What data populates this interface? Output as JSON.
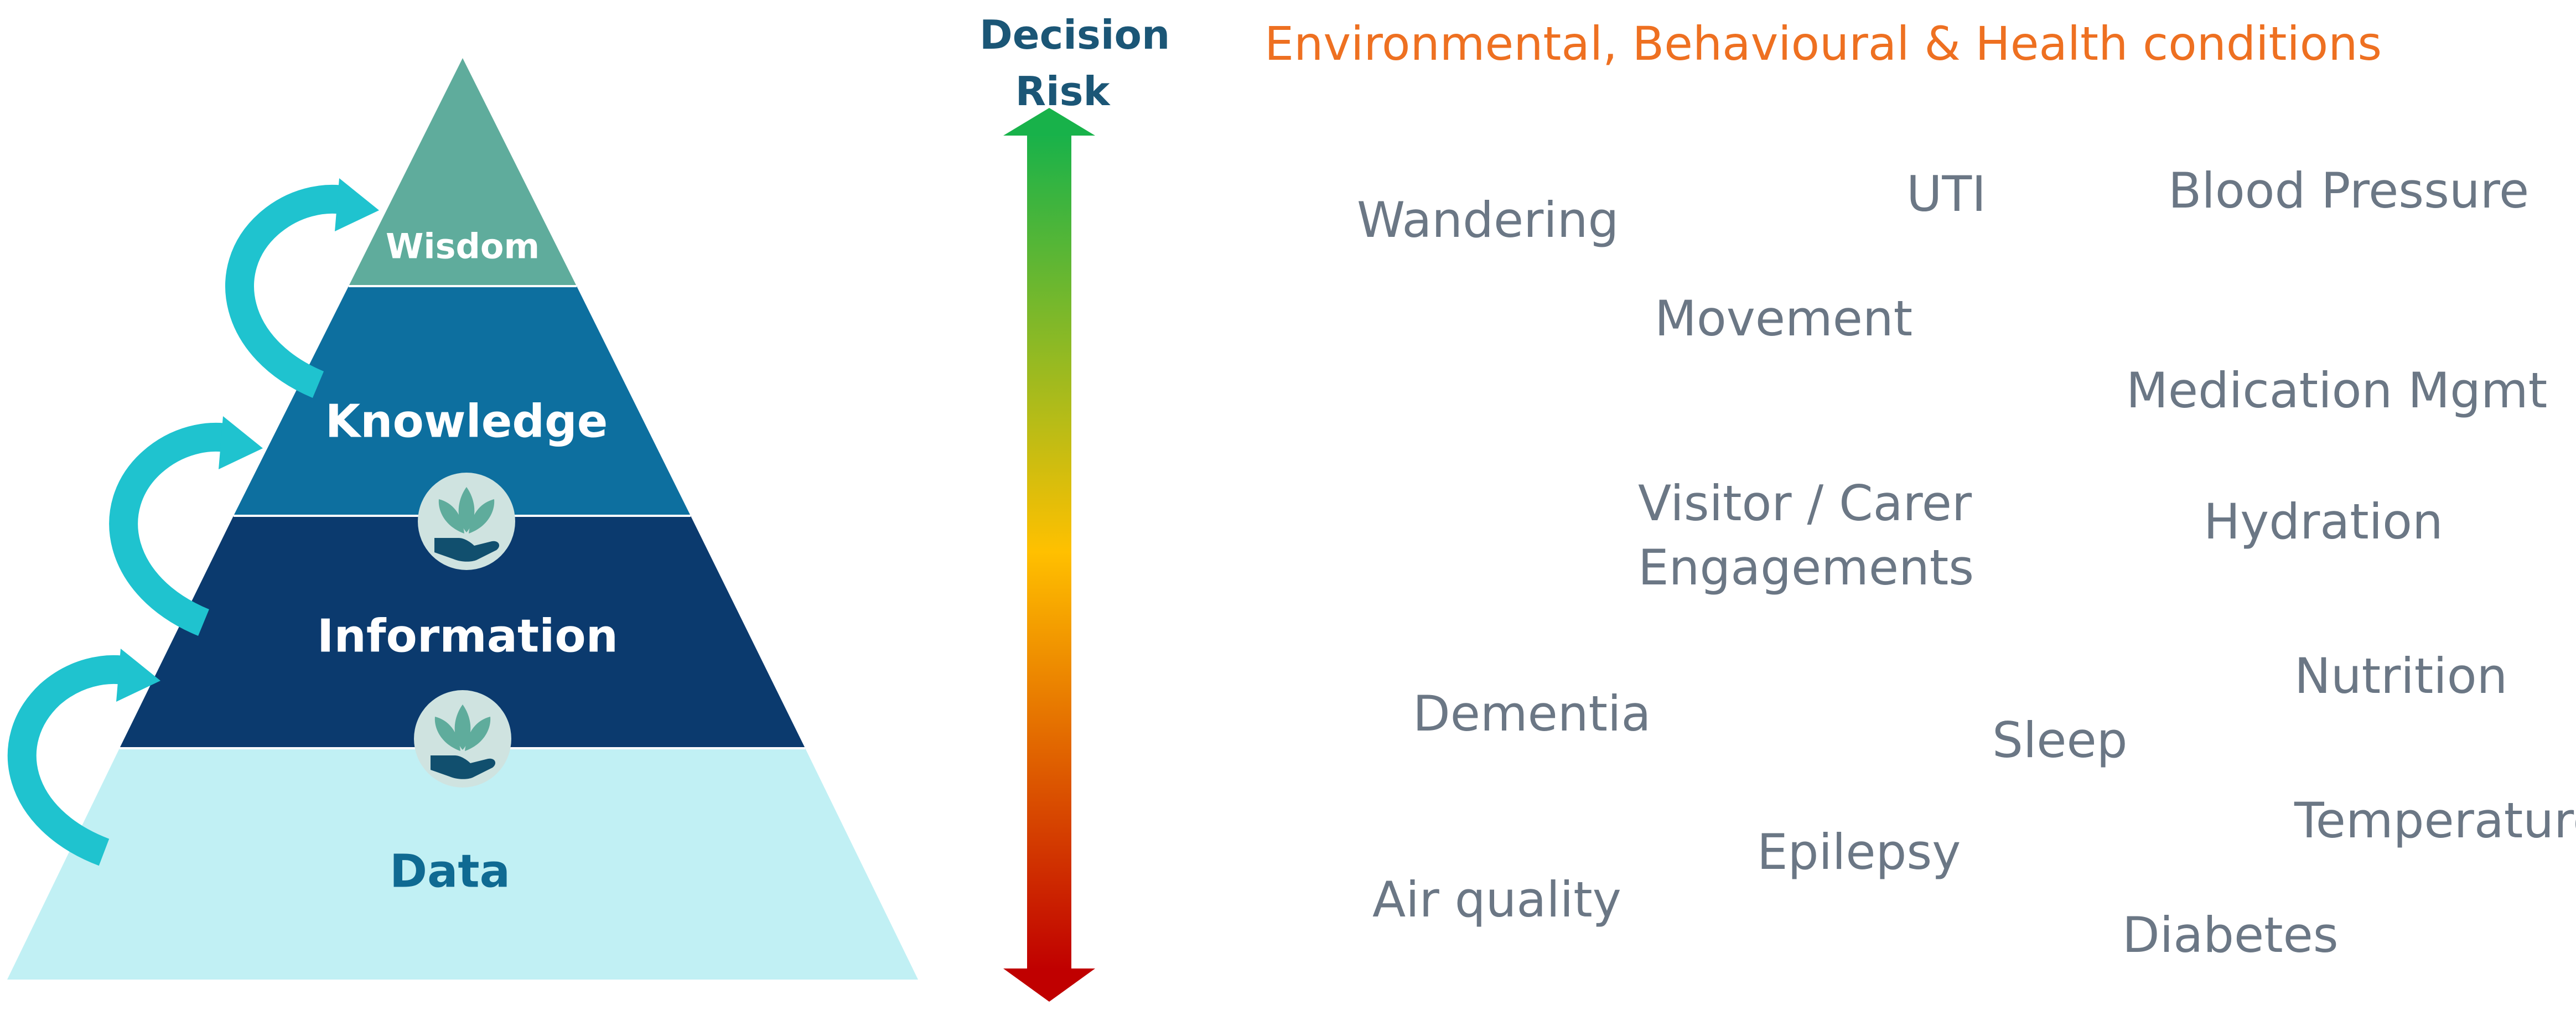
{
  "pyramid": {
    "levels": [
      {
        "label": "Wisdom",
        "color": "#5fac9c"
      },
      {
        "label": "Knowledge",
        "color": "#0d6f9f"
      },
      {
        "label": "Information",
        "color": "#0b3a6e"
      },
      {
        "label": "Data",
        "color": "#c1f0f4",
        "text_color": "#0f6a92"
      }
    ],
    "icon": "hand-with-leaves-icon",
    "arrow_color": "#1fc3cf"
  },
  "risk_axis": {
    "title_line1": "Decision",
    "title_line2": "Risk",
    "gradient": [
      "#18b24a",
      "#ffc000",
      "#c00000"
    ]
  },
  "heading": {
    "line2": "Environmental, Behavioural & Health conditions"
  },
  "conditions": [
    "Wandering",
    "UTI",
    "Blood Pressure",
    "Movement",
    "Medication Mgmt",
    "Visitor / Carer",
    "Engagements",
    "Hydration",
    "Nutrition",
    "Dementia",
    "Sleep",
    "Temperature",
    "Epilepsy",
    "Air quality",
    "Diabetes"
  ]
}
